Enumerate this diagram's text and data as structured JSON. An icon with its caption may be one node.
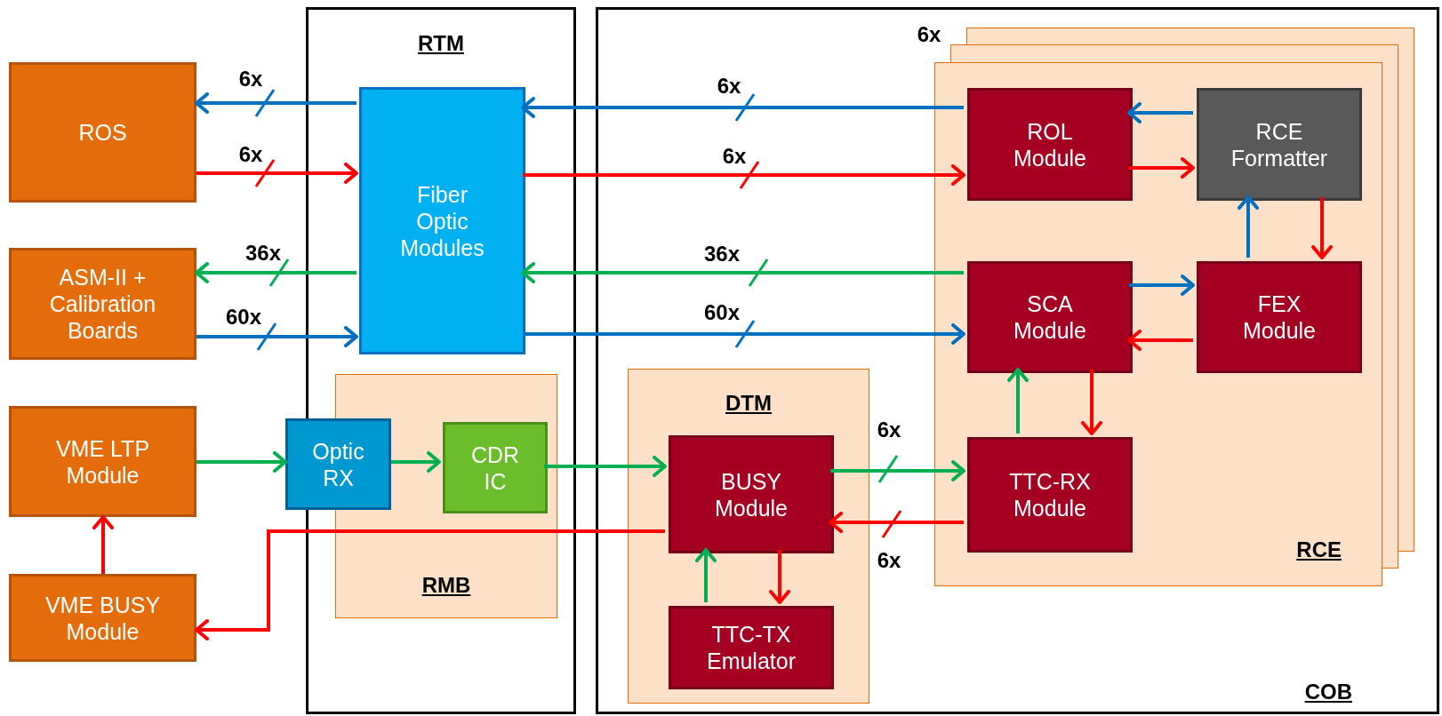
{
  "diagram": {
    "nodes": [
      {
        "text": [
          "RTM"
        ]
      },
      {
        "text": [
          "COB"
        ]
      },
      {
        "text": [
          "RCE"
        ],
        "in": 1,
        "beside": [
          "6x"
        ]
      },
      {
        "text": [
          "ROS"
        ]
      },
      {
        "text": [
          "ASM-II + Calibration Boards"
        ]
      },
      {
        "text": [
          "VME LTP Module"
        ]
      },
      {
        "text": [
          "VME BUSY Module"
        ]
      },
      {
        "text": [
          "Fiber Optic Modules"
        ],
        "in": 0
      },
      {
        "text": [
          "RMB"
        ],
        "in": 0
      },
      {
        "text": [
          "Optic RX"
        ]
      },
      {
        "text": [
          "CDR IC"
        ],
        "in": 8
      },
      {
        "text": [
          "DTM"
        ],
        "in": 1
      },
      {
        "text": [
          "BUSY Module"
        ],
        "in": 11
      },
      {
        "text": [
          "TTC-TX Emulator"
        ],
        "in": 11
      },
      {
        "text": [
          "ROL Module"
        ],
        "in": 2
      },
      {
        "text": [
          "RCE Formatter"
        ],
        "in": 2
      },
      {
        "text": [
          "SCA Module"
        ],
        "in": 2
      },
      {
        "text": [
          "FEX Module"
        ],
        "in": 2
      },
      {
        "text": [
          "TTC-RX Module"
        ],
        "in": 2
      }
    ],
    "edges": [
      {
        "from": 7,
        "to": 3,
        "arrow": "to",
        "label": "6x",
        "color": "#0070c0"
      },
      {
        "from": 3,
        "to": 7,
        "arrow": "to",
        "label": "6x"
      },
      {
        "from": 7,
        "to": 4,
        "arrow": "to",
        "label": "36x",
        "color": "#00b050"
      },
      {
        "from": 4,
        "to": 7,
        "arrow": "to",
        "label": "60x",
        "color": "#0070c0"
      },
      {
        "from": 5,
        "to": 9,
        "arrow": "to",
        "color": "#00b050"
      },
      {
        "from": 6,
        "to": 5,
        "arrow": "to"
      },
      {
        "from": 9,
        "to": 10,
        "arrow": "to",
        "color": "#00b050"
      },
      {
        "from": 10,
        "to": 12,
        "arrow": "to",
        "color": "#00b050"
      },
      {
        "from": 12,
        "to": 6,
        "arrow": "to"
      },
      {
        "from": 14,
        "to": 7,
        "arrow": "to",
        "label": "6x",
        "color": "#0070c0"
      },
      {
        "from": 7,
        "to": 14,
        "arrow": "to",
        "label": "6x"
      },
      {
        "from": 16,
        "to": 7,
        "arrow": "to",
        "label": "36x",
        "color": "#00b050"
      },
      {
        "from": 7,
        "to": 16,
        "arrow": "to",
        "label": "60x",
        "color": "#0070c0"
      },
      {
        "from": 15,
        "to": 14,
        "arrow": "to",
        "color": "#0070c0"
      },
      {
        "from": 14,
        "to": 15,
        "arrow": "to"
      },
      {
        "from": 17,
        "to": 15,
        "arrow": "to",
        "color": "#0070c0"
      },
      {
        "from": 15,
        "to": 17,
        "arrow": "to"
      },
      {
        "from": 16,
        "to": 17,
        "arrow": "to",
        "color": "#0070c0"
      },
      {
        "from": 17,
        "to": 16,
        "arrow": "to"
      },
      {
        "from": 18,
        "to": 16,
        "arrow": "to",
        "color": "#00b050"
      },
      {
        "from": 16,
        "to": 18,
        "arrow": "to"
      },
      {
        "from": 12,
        "to": 18,
        "arrow": "to",
        "label": "6x",
        "color": "#00b050"
      },
      {
        "from": 18,
        "to": 12,
        "arrow": "to",
        "label": "6x"
      },
      {
        "from": 13,
        "to": 12,
        "arrow": "to",
        "color": "#00b050"
      },
      {
        "from": 12,
        "to": 13,
        "arrow": "to"
      }
    ]
  }
}
